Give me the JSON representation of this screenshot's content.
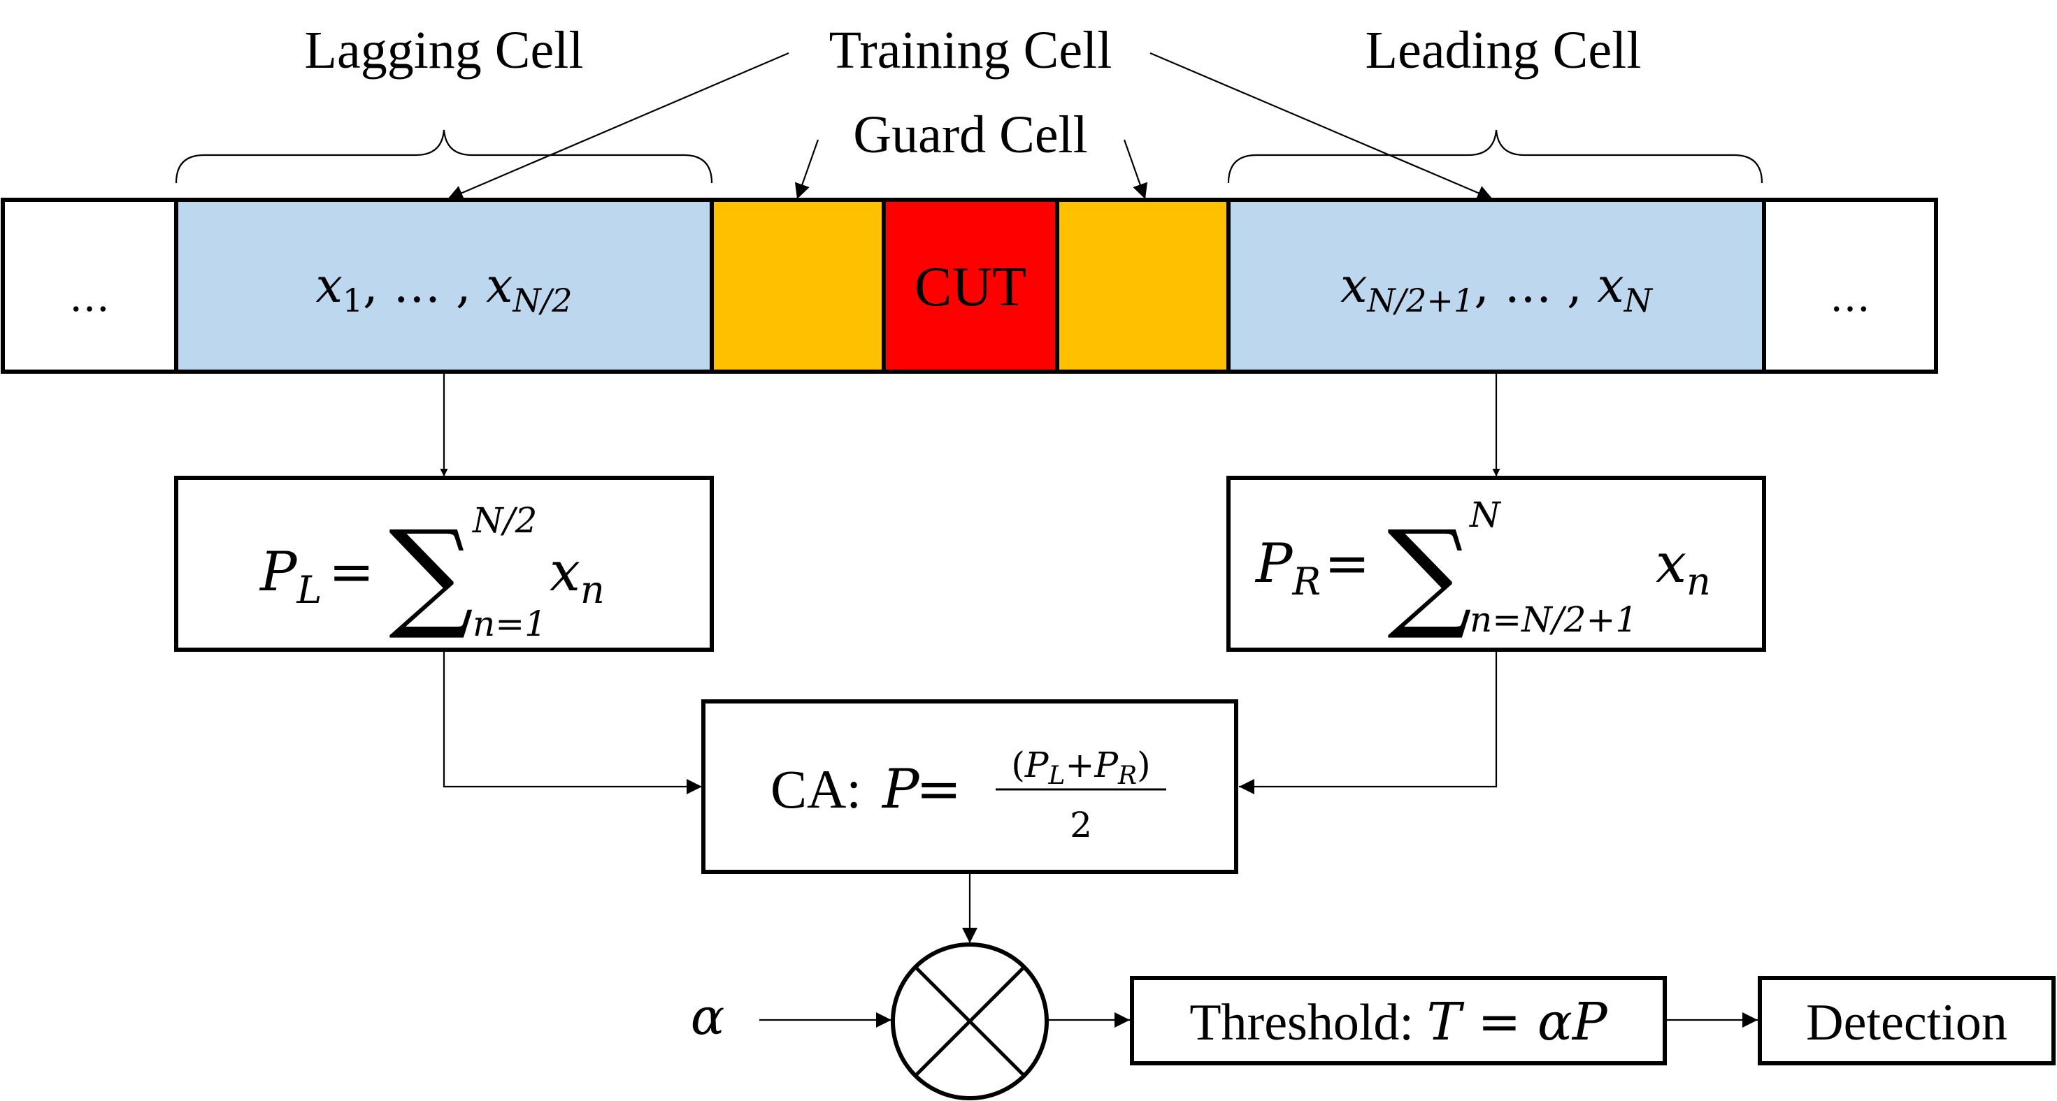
{
  "labels": {
    "lagging": "Lagging Cell",
    "training": "Training Cell",
    "leading": "Leading Cell",
    "guard": "Guard Cell"
  },
  "cells": {
    "left_ellipsis": "…",
    "right_ellipsis": "…",
    "cut": "CUT",
    "lag_x1": "x",
    "lag_sub1": "1",
    "lag_dots": ", … , ",
    "lag_x2": "x",
    "lag_sub2": "N/2",
    "lead_x1": "x",
    "lead_sub1": "N/2+1",
    "lead_dots": ", … , ",
    "lead_x2": "x",
    "lead_sub2": "N"
  },
  "formulas": {
    "pl_var": "P",
    "pl_sub": "L",
    "pl_eq": " = ",
    "pl_sigma": "∑",
    "pl_upper": "N/2",
    "pl_lower": "n=1",
    "pl_term": "x",
    "pl_term_sub": "n",
    "pr_var": "P",
    "pr_sub": "R",
    "pr_eq": " = ",
    "pr_sigma": "∑",
    "pr_upper": "N",
    "pr_lower": "n=N/2+1",
    "pr_term": "x",
    "pr_term_sub": "n",
    "ca_prefix": "CA: ",
    "ca_var": "P",
    "ca_eq": " = ",
    "ca_num_open": "(",
    "ca_num_p1": "P",
    "ca_num_s1": "L",
    "ca_num_plus": "+",
    "ca_num_p2": "P",
    "ca_num_s2": "R",
    "ca_num_close": ")",
    "ca_den": "2"
  },
  "bottom": {
    "alpha": "α",
    "threshold_prefix": "Threshold: ",
    "threshold_expr": "T = αP",
    "detection": "Detection"
  },
  "colors": {
    "training_fill": "#bdd7ee",
    "guard_fill": "#ffc000",
    "cut_fill": "#ff0000",
    "plain_fill": "#ffffff"
  }
}
